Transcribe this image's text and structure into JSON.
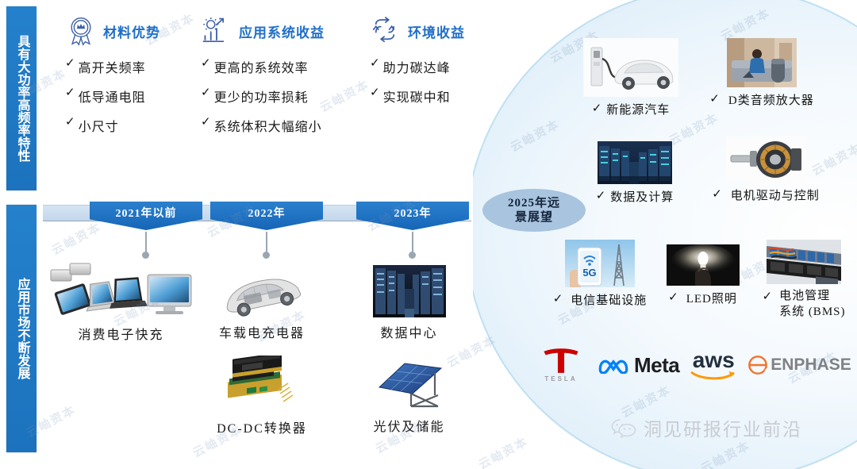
{
  "left_banners": {
    "top": {
      "name": "power-characteristics-banner",
      "text": "具有大功率高频率特性",
      "color": "#2481cc"
    },
    "bottom": {
      "name": "market-growth-banner",
      "text": "应用市场不断发展",
      "color": "#2481cc"
    }
  },
  "features": [
    {
      "id": "material-advantage",
      "icon": "award-ribbon-icon",
      "title": "材料优势",
      "items": [
        "高开关频率",
        "低导通电阻",
        "小尺寸"
      ]
    },
    {
      "id": "application-system-benefit",
      "icon": "gear-bar-chart-growth-icon",
      "title": "应用系统收益",
      "items": [
        "更高的系统效率",
        "更少的功率损耗",
        "系统体积大幅缩小"
      ]
    },
    {
      "id": "environmental-benefit",
      "icon": "recycle-loop-icon",
      "title": "环境收益",
      "items": [
        "助力碳达峰",
        "实现碳中和"
      ]
    }
  ],
  "timeline": {
    "tags": [
      "2021年以前",
      "2022年",
      "2023年"
    ],
    "bar_color": "#c8dbee",
    "tag_color": "#1f6fc0"
  },
  "products": [
    {
      "id": "consumer-fast-charge",
      "label": "消费电子快充",
      "icon": "laptops-tablet-monitor-icon"
    },
    {
      "id": "onboard-charger",
      "label": "车载电充电器",
      "icon": "car-chassis-icon"
    },
    {
      "id": "data-center",
      "label": "数据中心",
      "icon": "server-racks-icon"
    },
    {
      "id": "dc-dc-converter",
      "label": "DC-DC转换器",
      "icon": "power-module-pcb-icon"
    },
    {
      "id": "solar-storage",
      "label": "光伏及储能",
      "icon": "solar-panel-icon"
    }
  ],
  "outlook": {
    "badge": {
      "line1": "2025年远",
      "line2": "景展望",
      "color": "#a8c4de"
    },
    "applications": [
      {
        "id": "new-energy-vehicle",
        "label": "新能源汽车",
        "check": "✓",
        "icon": "ev-charging-car-icon"
      },
      {
        "id": "class-d-audio-amplifier",
        "label": "D类音频放大器",
        "check": "✓",
        "icon": "living-room-speaker-icon"
      },
      {
        "id": "data-and-computing",
        "label": "数据及计算",
        "check": "✓",
        "icon": "server-room-icon"
      },
      {
        "id": "motor-drive-control",
        "label": "电机驱动与控制",
        "check": "✓",
        "icon": "electric-motor-icon"
      },
      {
        "id": "telecom-infrastructure",
        "label": "电信基础设施",
        "check": "✓",
        "icon": "5g-phone-tower-icon"
      },
      {
        "id": "led-lighting",
        "label": "LED照明",
        "check": "✓",
        "icon": "light-bulb-icon"
      },
      {
        "id": "battery-management-system",
        "label": "电池管理\n系统 (BMS)",
        "label_line1": "电池管理",
        "label_line2": "系统 (BMS)",
        "check": "✓",
        "icon": "battery-pack-icon"
      }
    ],
    "logos": [
      {
        "id": "tesla",
        "name": "TESLA",
        "color": "#cc0000"
      },
      {
        "id": "meta",
        "name": "Meta",
        "color": "#0081fb"
      },
      {
        "id": "aws",
        "name": "aws",
        "color": "#232f3e",
        "accent": "#ff9900"
      },
      {
        "id": "enphase",
        "name": "ENPHASE",
        "color": "#808285",
        "accent": "#f3722c"
      }
    ]
  },
  "footer": {
    "icon": "wechat-icon",
    "text": "洞见研报行业前沿",
    "color": "#c9ccd2"
  },
  "watermark": {
    "text": "云岫资本"
  }
}
